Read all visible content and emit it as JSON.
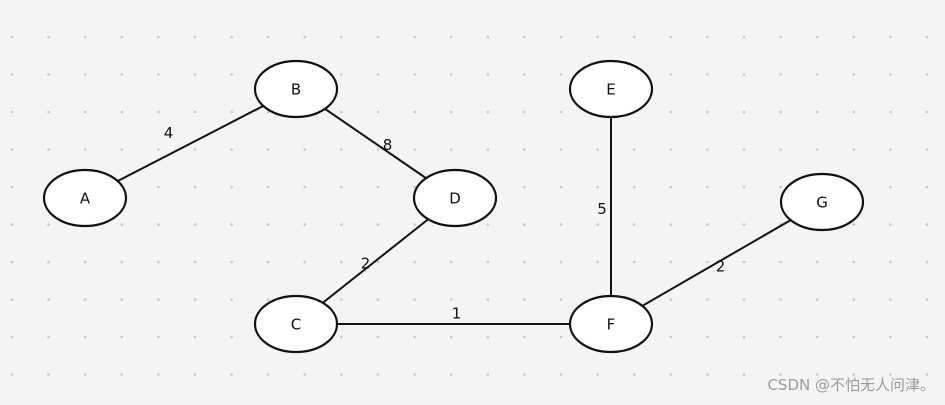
{
  "graph": {
    "nodes": [
      {
        "id": "A",
        "label": "A"
      },
      {
        "id": "B",
        "label": "B"
      },
      {
        "id": "C",
        "label": "C"
      },
      {
        "id": "D",
        "label": "D"
      },
      {
        "id": "E",
        "label": "E"
      },
      {
        "id": "F",
        "label": "F"
      },
      {
        "id": "G",
        "label": "G"
      }
    ],
    "edges": [
      {
        "from": "A",
        "to": "B",
        "weight": "4"
      },
      {
        "from": "B",
        "to": "D",
        "weight": "8"
      },
      {
        "from": "D",
        "to": "C",
        "weight": "2"
      },
      {
        "from": "C",
        "to": "F",
        "weight": "1"
      },
      {
        "from": "E",
        "to": "F",
        "weight": "5"
      },
      {
        "from": "F",
        "to": "G",
        "weight": "2"
      }
    ]
  },
  "watermark": {
    "text": "CSDN @不怕无人问津。"
  }
}
